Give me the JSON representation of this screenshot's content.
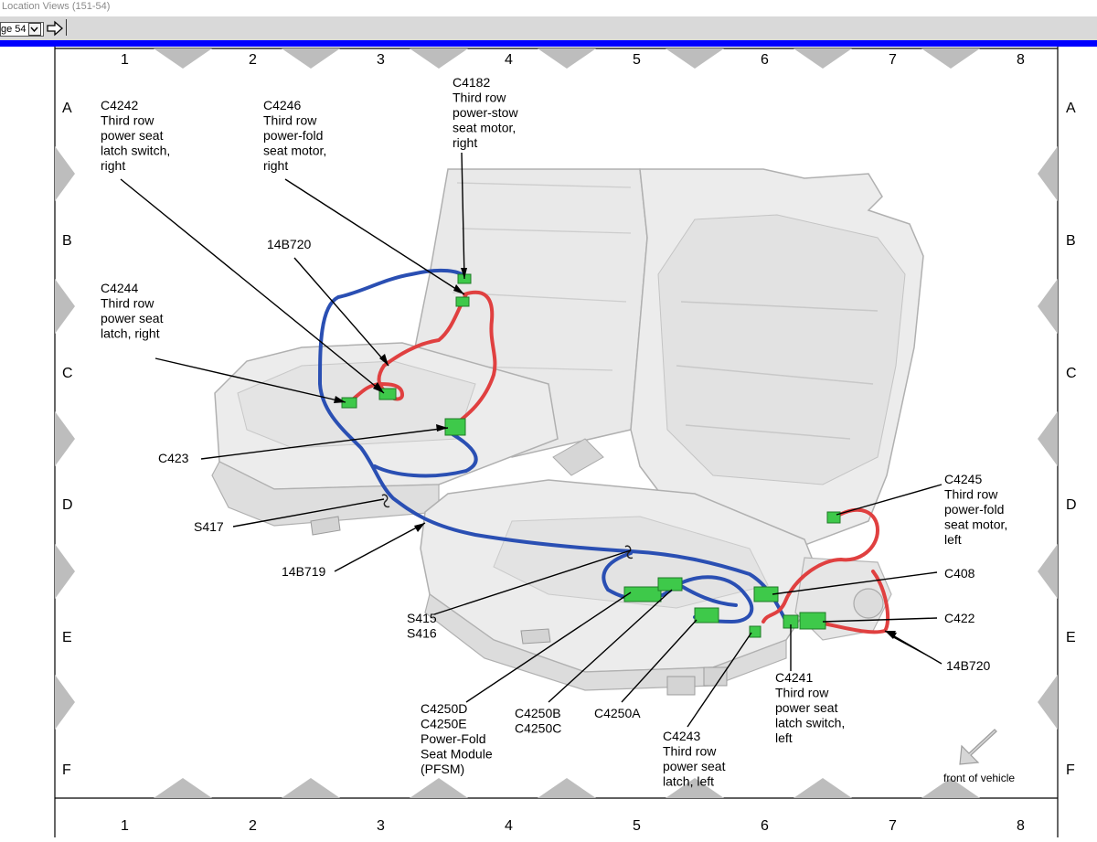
{
  "window": {
    "title": "Location Views (151-54)"
  },
  "toolbar": {
    "page_select_value": "ge 54",
    "next_page_icon": "right-arrow-icon",
    "dropdown_icon": "chevron-down-icon",
    "collapse_icon": "triangle-grip-icon"
  },
  "grid": {
    "columns": [
      "1",
      "2",
      "3",
      "4",
      "5",
      "6",
      "7",
      "8"
    ],
    "rows": [
      "A",
      "B",
      "C",
      "D",
      "E",
      "F"
    ]
  },
  "colors": {
    "wire_blue": "#2a4fb3",
    "wire_red": "#e04040",
    "connector_green": "#3ec94a",
    "toolbar_blue": "#0000ff"
  },
  "labels": {
    "c4242": [
      "C4242",
      "Third row",
      "power seat",
      "latch switch,",
      "right"
    ],
    "c4246": [
      "C4246",
      "Third row",
      "power-fold",
      "seat motor,",
      "right"
    ],
    "c4182": [
      "C4182",
      "Third row",
      "power-stow",
      "seat motor,",
      "right"
    ],
    "b720_top": [
      "14B720"
    ],
    "c4244": [
      "C4244",
      "Third row",
      "power seat",
      "latch, right"
    ],
    "c423": [
      "C423"
    ],
    "s417": [
      "S417"
    ],
    "b719": [
      "14B719"
    ],
    "s415": [
      "S415",
      "S416"
    ],
    "c4250d": [
      "C4250D",
      "C4250E",
      "Power-Fold",
      "Seat Module",
      "(PFSM)"
    ],
    "c4250b": [
      "C4250B",
      "C4250C"
    ],
    "c4250a": [
      "C4250A"
    ],
    "c4243": [
      "C4243",
      "Third row",
      "power seat",
      "latch, left"
    ],
    "c4241": [
      "C4241",
      "Third row",
      "power seat",
      "latch switch,",
      "left"
    ],
    "c4245": [
      "C4245",
      "Third row",
      "power-fold",
      "seat motor,",
      "left"
    ],
    "c408": [
      "C408"
    ],
    "c422": [
      "C422"
    ],
    "b720_right": [
      "14B720"
    ],
    "front": [
      "front of vehicle"
    ]
  }
}
